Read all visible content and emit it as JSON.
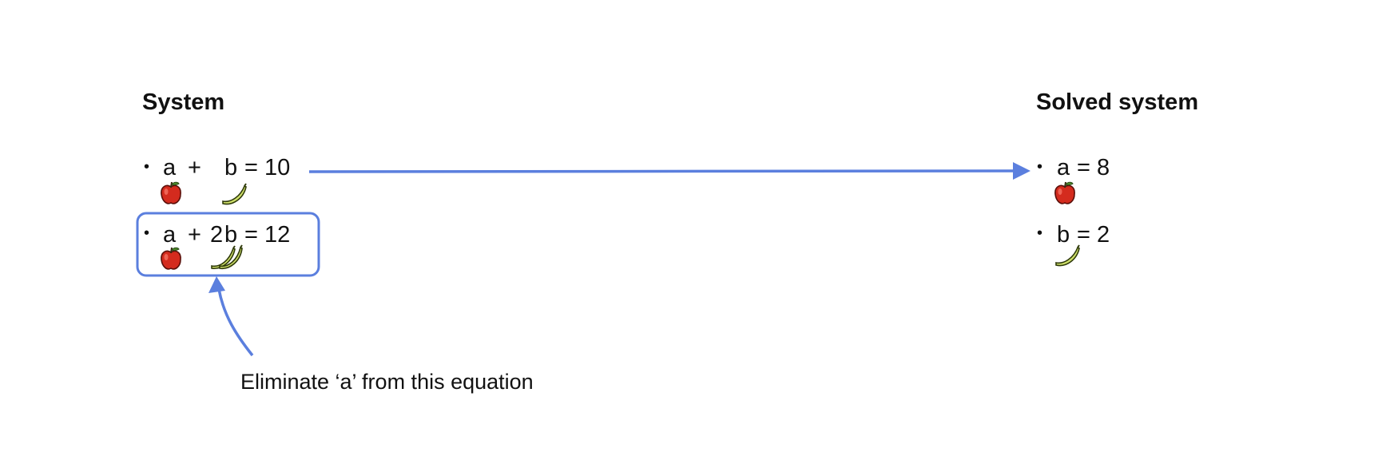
{
  "system": {
    "title": "System",
    "equations": [
      {
        "a": "a",
        "plus": "+",
        "b": "b",
        "rest": "= 10"
      },
      {
        "a": "a",
        "plus": "+",
        "coef": "2",
        "b": "b",
        "rest": "= 12"
      }
    ]
  },
  "solved": {
    "title": "Solved system",
    "equations": [
      {
        "var": "a",
        "rest": "= 8"
      },
      {
        "var": "b",
        "rest": "= 2"
      }
    ]
  },
  "annotation": "Eliminate ‘a’ from this equation",
  "icons": [
    "apple-icon",
    "banana-icon"
  ],
  "colors": {
    "arrow": "#5b7fde",
    "highlight_box": "#5b7fde",
    "apple": "#d42b1e",
    "banana": "#cfe06a"
  },
  "bullet_glyph": "•"
}
